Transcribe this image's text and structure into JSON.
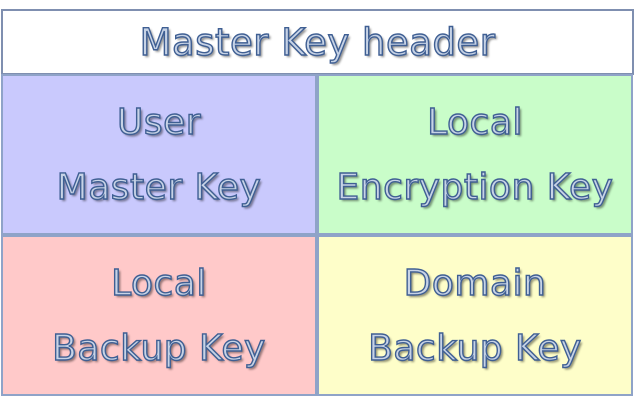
{
  "header": {
    "label": "Master Key header"
  },
  "quadrants": [
    {
      "line1": "User",
      "line2": "Master Key",
      "color": "#c9c9fd"
    },
    {
      "line1": "Local",
      "line2": "Encryption Key",
      "color": "#c9fdc9"
    },
    {
      "line1": "Local",
      "line2": "Backup Key",
      "color": "#ffc9c9"
    },
    {
      "line1": "Domain",
      "line2": "Backup Key",
      "color": "#fefec9"
    }
  ],
  "colors": {
    "text_fill": "#c7d3e6",
    "text_outline": "#3f5f93",
    "border": "#8fa3c8"
  }
}
